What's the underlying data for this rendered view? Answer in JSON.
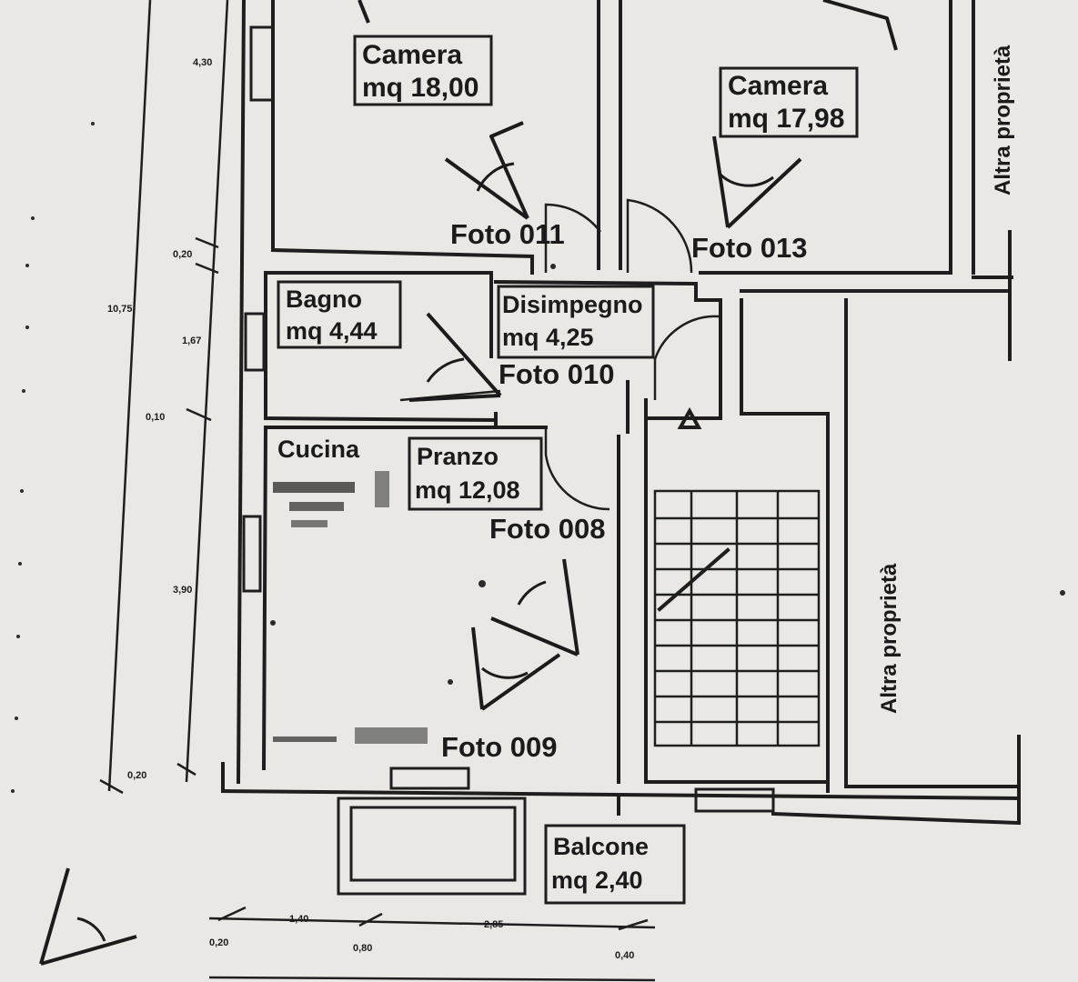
{
  "rooms": {
    "camera_left": {
      "name": "Camera",
      "area": "mq 18,00"
    },
    "camera_right": {
      "name": "Camera",
      "area": "mq 17,98"
    },
    "bagno": {
      "name": "Bagno",
      "area": "mq 4,44"
    },
    "disimpegno": {
      "name": "Disimpegno",
      "area": "mq 4,25"
    },
    "cucina": {
      "name": "Cucina"
    },
    "pranzo": {
      "name": "Pranzo",
      "area": "mq 12,08"
    },
    "balcone": {
      "name": "Balcone",
      "area": "mq 2,40"
    }
  },
  "photos": {
    "foto_011": "Foto 011",
    "foto_013": "Foto 013",
    "foto_010": "Foto 010",
    "foto_008": "Foto 008",
    "foto_009": "Foto 009"
  },
  "neighbors": {
    "top_right": "Altra proprietà",
    "right": "Altra proprietà"
  },
  "dimensions": {
    "total_height": "10,75",
    "d1": "4,30",
    "d2": "0,20",
    "d3": "1,67",
    "d4": "0,10",
    "d5": "3,90",
    "d6": "0,20",
    "bottom_1": "0,20",
    "bottom_2": "1,40",
    "bottom_3": "0,80",
    "bottom_4": "2,85",
    "bottom_5": "0,40"
  },
  "colors": {
    "paper": "#e9e8e4",
    "ink": "#1e1e1e"
  }
}
